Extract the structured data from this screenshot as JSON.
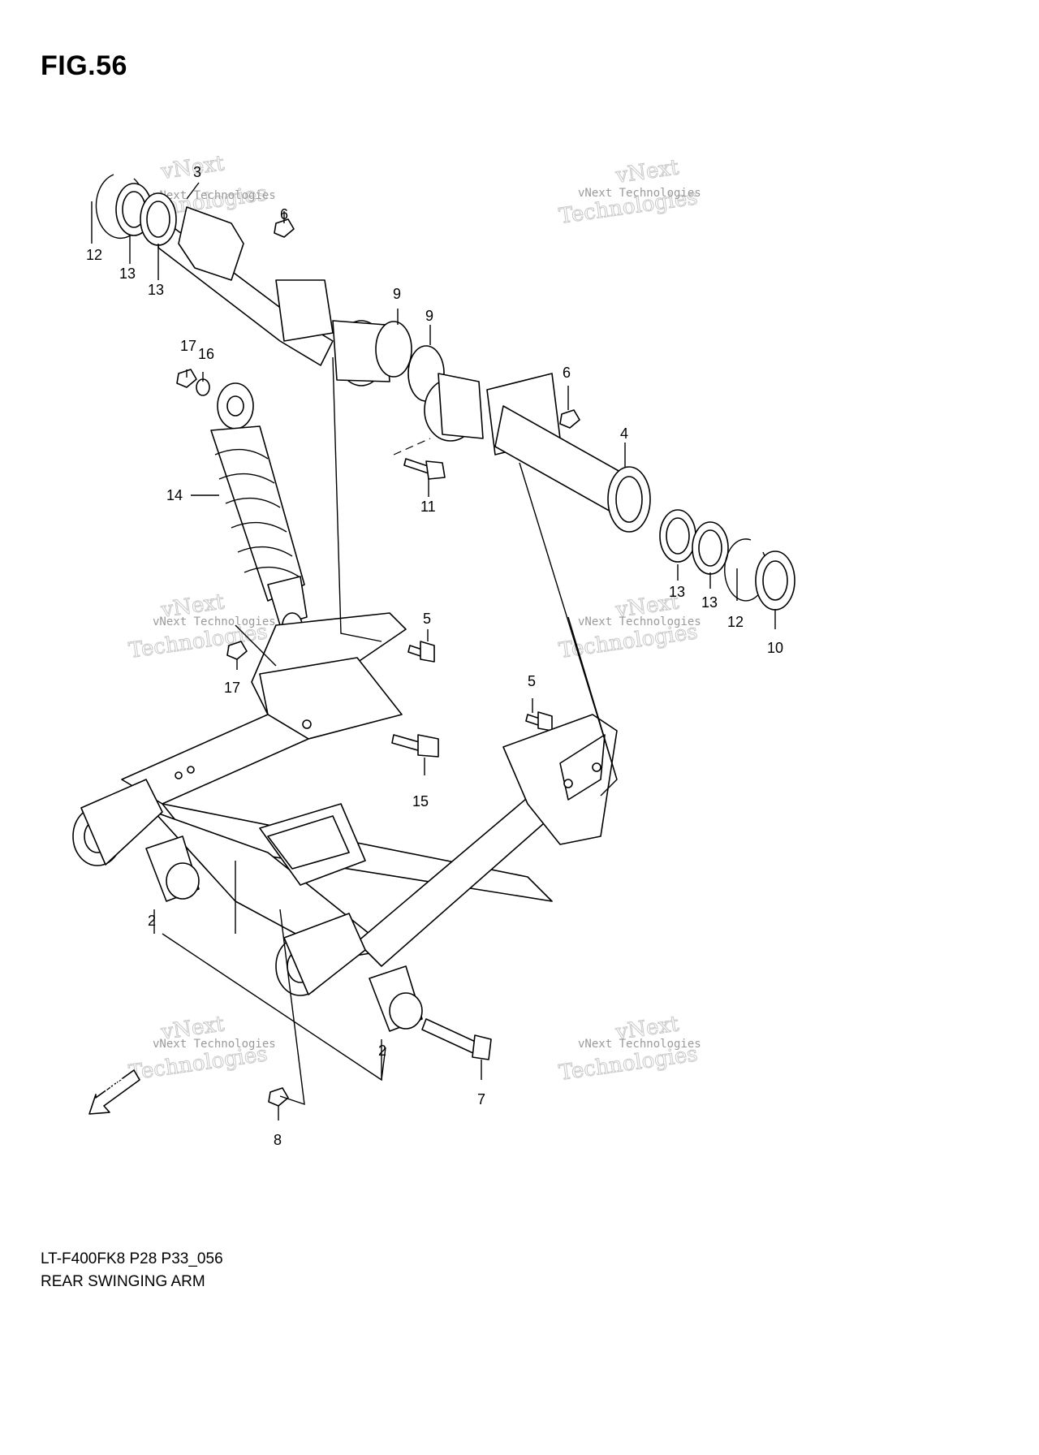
{
  "figure_label": "FIG.56",
  "diagram_code": "LT-F400FK8 P28 P33_056",
  "diagram_name": "REAR SWINGING ARM",
  "watermark": {
    "line1": "vNext",
    "line2": "Technologies",
    "small": "vNext Technologies"
  },
  "fwd_label": "FWD",
  "callouts": [
    "12",
    "13",
    "13",
    "3",
    "6",
    "9",
    "9",
    "6",
    "4",
    "17",
    "16",
    "14",
    "11",
    "13",
    "13",
    "12",
    "10",
    "5",
    "17",
    "5",
    "15",
    "2",
    "2",
    "7",
    "8"
  ]
}
